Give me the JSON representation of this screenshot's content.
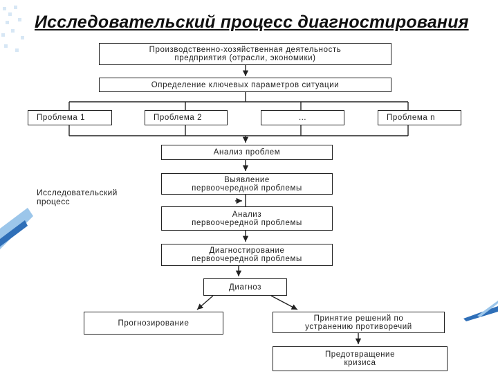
{
  "title": "Исследовательский процесс диагностирования",
  "side_label": "Исследовательский\nпроцесс",
  "boxes": {
    "activity": "Производственно-хозяйственная деятельность\nпредприятия (отрасли, экономики)",
    "key_params": "Определение ключевых параметров ситуации",
    "problem_1": "Проблема 1",
    "problem_2": "Проблема 2",
    "problem_dots": "…",
    "problem_n": "Проблема n",
    "problem_analysis": "Анализ проблем",
    "priority_identification": "Выявление\nпервоочередной проблемы",
    "priority_analysis": "Анализ\nпервоочередной проблемы",
    "priority_diagnosis": "Диагностирование\nпервоочередной проблемы",
    "diagnosis": "Диагноз",
    "forecasting": "Прогнозирование",
    "decisions": "Принятие решений по\nустранению противоречий",
    "crisis_prevention": "Предотвращение\nкризиса"
  },
  "colors": {
    "line": "#222222",
    "deco_blue": "#2f6fb8",
    "deco_light": "#9cc6ea"
  }
}
